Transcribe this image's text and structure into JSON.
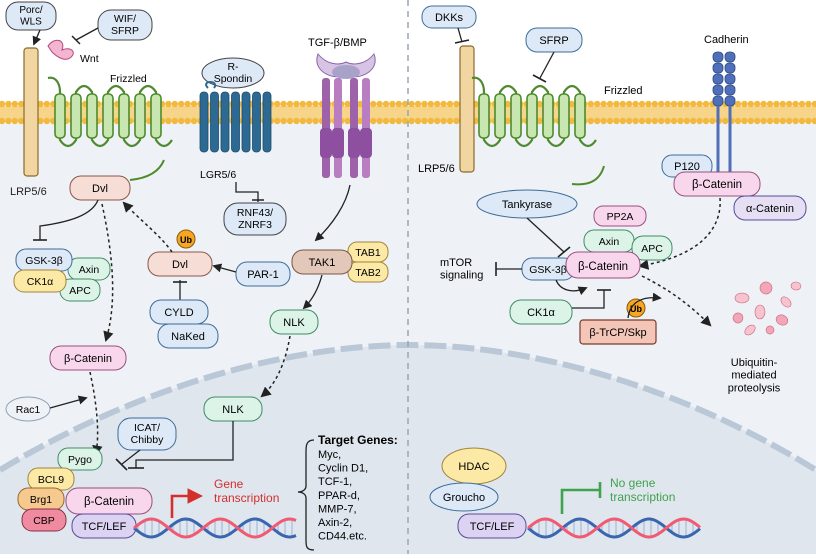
{
  "colors": {
    "membrane": "#e9aa3c",
    "membrane_head": "#f2b93f",
    "cytoplasm": "#eef2f7",
    "nucleus": "#dfe6ee",
    "frizzled": "#4f8a2e",
    "lrp": "#f1d6a1",
    "lgr": "#2c6a93",
    "tgf": "#a86fb0",
    "cadherin": "#4f6fb8",
    "pill_dvl": "#f6ddd6",
    "pill_bcat": "#f8d7ec",
    "pill_green": "#dcf3e7",
    "pill_blue": "#dde9f7",
    "pill_yellow": "#fbe9a5",
    "pill_tak": "#e3c7b8",
    "dna1": "#3a66b0",
    "dna2": "#f05a72",
    "red_arrow": "#d32f2f",
    "green_arrow": "#3fa34d"
  },
  "left": {
    "porc_wls": "Porc/\nWLS",
    "wif_sfrp": "WIF/\nSFRP",
    "wnt": "Wnt",
    "frizzled": "Frizzled",
    "r_spondin": "R-\nSpondin",
    "tgf_bmp": "TGF-β/BMP",
    "lrp": "LRP5/6",
    "lgr": "LGR5/6",
    "rnf": "RNF43/\nZNRF3",
    "dvl_top": "Dvl",
    "dvl_mid": "Dvl",
    "ub": "Ub",
    "par1": "PAR-1",
    "tak1": "TAK1",
    "tab1": "TAB1",
    "tab2": "TAB2",
    "gsk": "GSK-3β",
    "axin": "Axin",
    "ck1a": "CK1α",
    "apc": "APC",
    "cyld": "CYLD",
    "naked": "NaKed",
    "nlk_cyto": "NLK",
    "bcat_cyto": "β-Catenin",
    "rac1": "Rac1",
    "nlk_nuc": "NLK",
    "icat": "ICAT/\nChibby",
    "pygo": "Pygo",
    "bcl9": "BCL9",
    "brg1": "Brg1",
    "cbp": "CBP",
    "bcat_nuc": "β-Catenin",
    "tcf": "TCF/LEF",
    "gene_tx": "Gene\ntranscription",
    "targets_title": "Target Genes:",
    "targets": [
      "Myc,",
      "Cyclin D1,",
      "TCF-1,",
      "PPAR-d,",
      "MMP-7,",
      "Axin-2,",
      "CD44.etc."
    ]
  },
  "right": {
    "dkks": "DKKs",
    "sfrp": "SFRP",
    "cadherin": "Cadherin",
    "frizzled": "Frizzled",
    "lrp": "LRP5/6",
    "p120": "P120",
    "bcat_membrane": "β-Catenin",
    "acat": "α-Catenin",
    "tankyrase": "Tankyrase",
    "pp2a": "PP2A",
    "axin": "Axin",
    "apc": "APC",
    "gsk": "GSK-3β",
    "bcat": "β-Catenin",
    "mtor": "mTOR\nsignaling",
    "ck1a": "CK1α",
    "ub": "Ub",
    "btrcp": "β-TrCP/Skp",
    "ubiq": "Ubiquitin-\nmediated\nproteolysis",
    "hdac": "HDAC",
    "groucho": "Groucho",
    "tcf": "TCF/LEF",
    "no_gene": "No gene\ntranscription"
  }
}
